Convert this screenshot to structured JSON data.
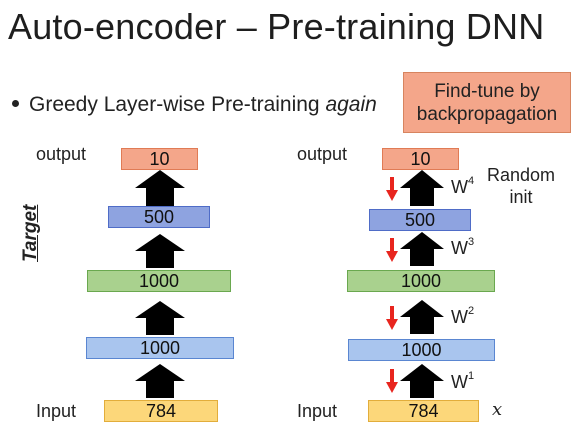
{
  "title": "Auto-encoder – Pre-training DNN",
  "bullet": {
    "text": "Greedy Layer-wise Pre-training ",
    "emphasis": "again"
  },
  "note": {
    "line1": "Find-tune by",
    "line2": "backpropagation"
  },
  "left_stack": {
    "output_label": "output",
    "input_label": "Input",
    "side_label": "Target",
    "layers": [
      "10",
      "500",
      "1000",
      "1000",
      "784"
    ]
  },
  "right_stack": {
    "output_label": "output",
    "input_label": "Input",
    "input_var": "x",
    "random_init": {
      "line1": "Random",
      "line2": "init"
    },
    "layers": [
      "10",
      "500",
      "1000",
      "1000",
      "784"
    ],
    "weights": [
      {
        "base": "W",
        "sup": "4"
      },
      {
        "base": "W",
        "sup": "3"
      },
      {
        "base": "W",
        "sup": "2"
      },
      {
        "base": "W",
        "sup": "1"
      }
    ]
  },
  "colors": {
    "output": "#f4a68a",
    "hidden3": "#8ea3e0",
    "hidden2": "#a9d18e",
    "hidden1": "#a9c5ee",
    "input": "#fcd77a",
    "up_arrow": "#000000",
    "down_arrow": "#e8251e"
  },
  "icons": {
    "up_arrow": "black-up-arrow-icon",
    "down_arrow": "red-down-arrow-icon"
  }
}
